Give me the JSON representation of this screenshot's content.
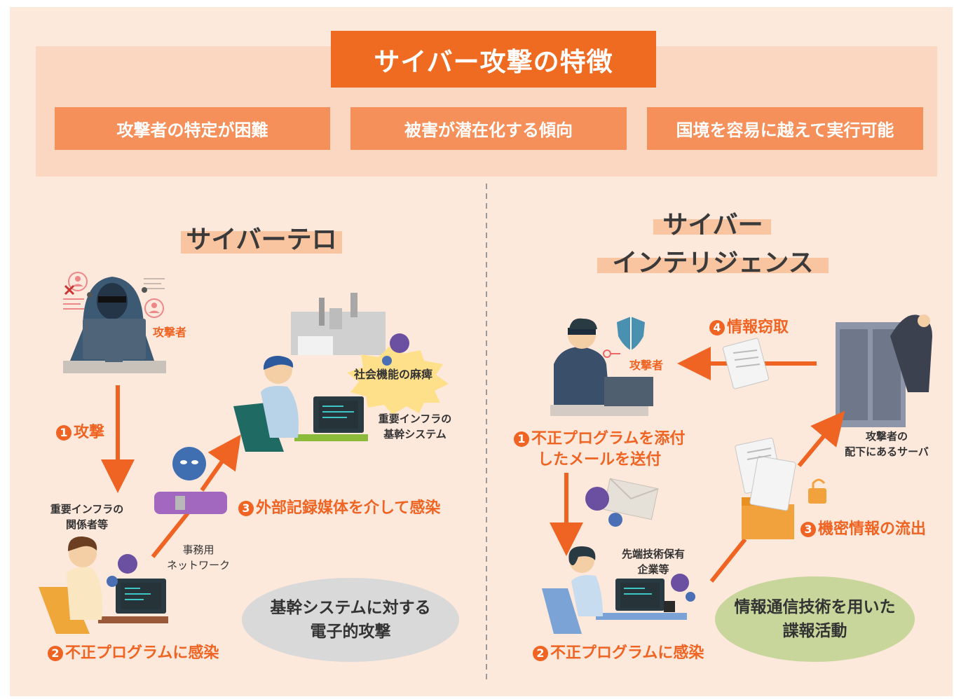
{
  "header": {
    "title": "サイバー攻撃の特徴",
    "features": [
      "攻撃者の特定が困難",
      "被害が潜在化する傾向",
      "国境を容易に越えて実行可能"
    ]
  },
  "left": {
    "title": "サイバーテロ",
    "attacker_label": "攻撃者",
    "step1_num": "1",
    "step1": "攻撃",
    "stakeholder_label": [
      "重要インフラの",
      "関係者等"
    ],
    "step2_num": "2",
    "step2": "不正プログラムに感染",
    "network_label": [
      "事務用",
      "ネットワーク"
    ],
    "step3_num": "3",
    "step3": "外部記録媒体を介して感染",
    "paralysis_label": "社会機能の麻痺",
    "infra_label": [
      "重要インフラの",
      "基幹システム"
    ],
    "summary": [
      "基幹システムに対する",
      "電子的攻撃"
    ]
  },
  "right": {
    "title_line1": "サイバー",
    "title_line2": "インテリジェンス",
    "attacker_label": "攻撃者",
    "step4_num": "4",
    "step4": "情報窃取",
    "server_label": [
      "攻撃者の",
      "配下にあるサーバ"
    ],
    "step1_num": "1",
    "step1": [
      "不正プログラムを添付",
      "したメールを送付"
    ],
    "company_label": [
      "先端技術保有",
      "企業等"
    ],
    "step2_num": "2",
    "step2": "不正プログラムに感染",
    "step3_num": "3",
    "step3": "機密情報の流出",
    "summary": [
      "情報通信技術を用いた",
      "諜報活動"
    ]
  },
  "colors": {
    "background": "#fde8dc",
    "band": "#fbd6c1",
    "accent": "#f06b22",
    "feature": "#f6905a",
    "highlight": "#f9c4a0",
    "summary_left": "#d9d9d9",
    "summary_right": "#c8d69b"
  }
}
